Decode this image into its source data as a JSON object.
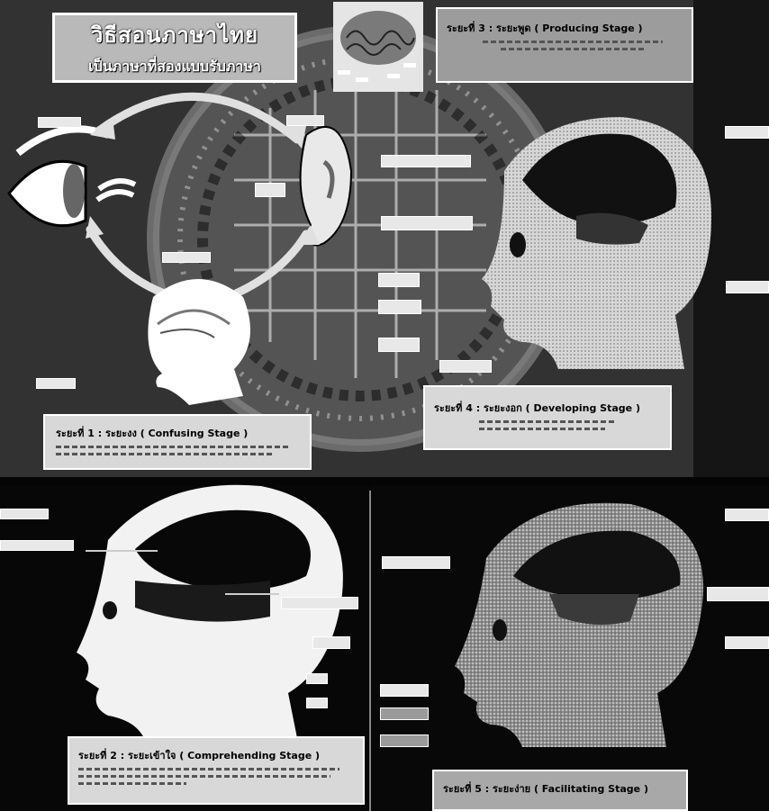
{
  "title": {
    "main": "วิธีสอนภาษาไทย",
    "sub": "เป็นภาษาที่สองแบบรับภาษา"
  },
  "stages": {
    "stage1": "ระยะที่ 1 : ระยะงง ( Confusing Stage )",
    "stage2": "ระยะที่ 2 : ระยะเข้าใจ ( Comprehending Stage )",
    "stage3": "ระยะที่ 3 : ระยะพูด ( Producing Stage )",
    "stage4": "ระยะที่ 4 : ระยะงอก ( Developing Stage )",
    "stage5": "ระยะที่ 5 : ระยะง่าย ( Facilitating Stage )"
  }
}
